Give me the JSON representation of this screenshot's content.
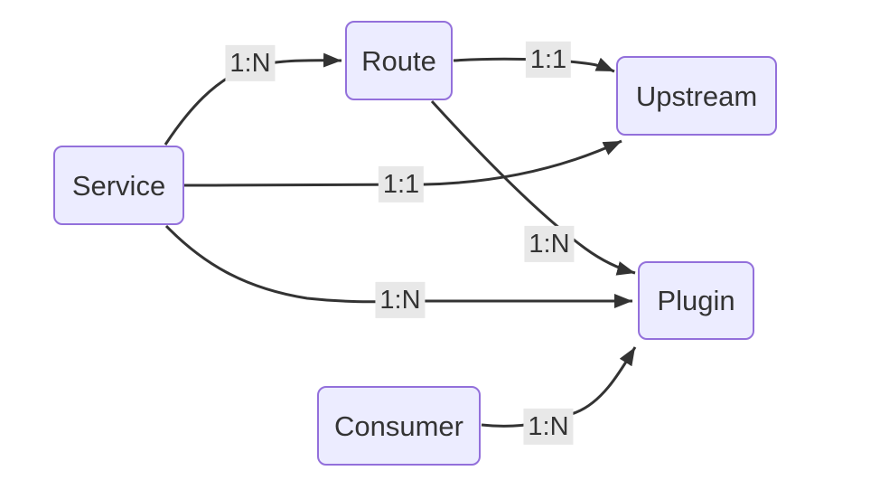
{
  "diagram": {
    "type": "flowchart",
    "nodes": [
      {
        "id": "service",
        "label": "Service"
      },
      {
        "id": "route",
        "label": "Route"
      },
      {
        "id": "upstream",
        "label": "Upstream"
      },
      {
        "id": "plugin",
        "label": "Plugin"
      },
      {
        "id": "consumer",
        "label": "Consumer"
      }
    ],
    "edges": [
      {
        "from": "Service",
        "to": "Route",
        "label": "1:N"
      },
      {
        "from": "Route",
        "to": "Upstream",
        "label": "1:1"
      },
      {
        "from": "Service",
        "to": "Upstream",
        "label": "1:1"
      },
      {
        "from": "Route",
        "to": "Plugin",
        "label": "1:N"
      },
      {
        "from": "Service",
        "to": "Plugin",
        "label": "1:N"
      },
      {
        "from": "Consumer",
        "to": "Plugin",
        "label": "1:N"
      }
    ],
    "colors": {
      "node_fill": "#ECECFF",
      "node_border": "#9370DB",
      "edge_stroke": "#333333",
      "label_bg": "#e8e8e8",
      "text": "#333333",
      "background": "#ffffff"
    }
  }
}
